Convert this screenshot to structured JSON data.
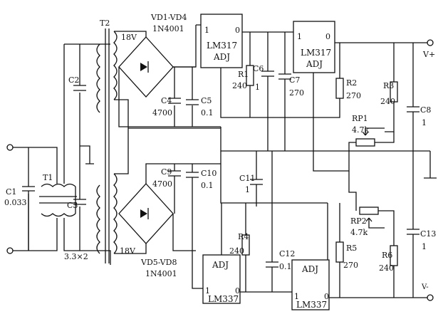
{
  "diagram": {
    "transformer_t2": {
      "ref": "T2",
      "upper_winding": "18V",
      "lower_winding": "18V"
    },
    "bridge_upper": {
      "diodes": "VD1-VD4",
      "part": "1N4001"
    },
    "bridge_lower": {
      "diodes": "VD5-VD8",
      "part": "1N4001"
    },
    "filter_t1": {
      "ref": "T1",
      "note": "3.3×2"
    },
    "caps": {
      "c1": {
        "ref": "C1",
        "value": "0.033"
      },
      "c2": {
        "ref": "C2",
        "value": ""
      },
      "c3": {
        "ref": "C3",
        "value": ""
      },
      "c4": {
        "ref": "C4",
        "value": "4700"
      },
      "c5": {
        "ref": "C5",
        "value": "0.1"
      },
      "c6": {
        "ref": "C6",
        "value": "1"
      },
      "c7": {
        "ref": "C7",
        "value": "270"
      },
      "c8": {
        "ref": "C8",
        "value": "1"
      },
      "c9": {
        "ref": "C9",
        "value": "4700"
      },
      "c10": {
        "ref": "C10",
        "value": "0.1"
      },
      "c11": {
        "ref": "C11",
        "value": "1"
      },
      "c12": {
        "ref": "C12",
        "value": "0.1"
      },
      "c13": {
        "ref": "C13",
        "value": "1"
      }
    },
    "resistors": {
      "r1": {
        "ref": "R1",
        "value": "240"
      },
      "r2": {
        "ref": "R2",
        "value": "270"
      },
      "r3": {
        "ref": "R3",
        "value": "240"
      },
      "r4": {
        "ref": "R4",
        "value": "240"
      },
      "r5": {
        "ref": "R5",
        "value": "270"
      },
      "r6": {
        "ref": "R6",
        "value": "240"
      }
    },
    "pots": {
      "rp1": {
        "ref": "RP1",
        "value": "4.7k"
      },
      "rp2": {
        "ref": "RP2",
        "value": "4.7k"
      }
    },
    "regulators": {
      "u1": {
        "part": "LM317",
        "adj": "ADJ",
        "pin_in": "1",
        "pin_out": "0"
      },
      "u2": {
        "part": "LM317",
        "adj": "ADJ",
        "pin_in": "1",
        "pin_out": "0"
      },
      "u3": {
        "part": "LM337",
        "adj": "ADJ",
        "pin_in": "1",
        "pin_out": "0"
      },
      "u4": {
        "part": "LM337",
        "adj": "ADJ",
        "pin_in": "1",
        "pin_out": "0"
      }
    },
    "outputs": {
      "positive": "V+",
      "negative": "V-"
    }
  }
}
